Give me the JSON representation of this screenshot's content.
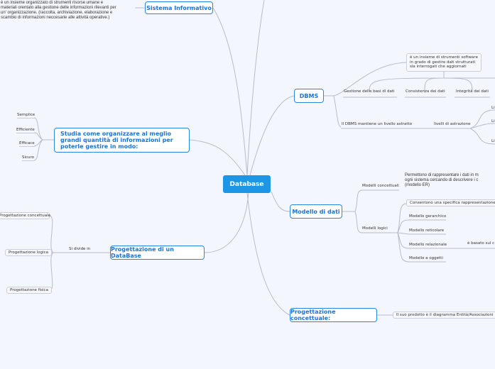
{
  "center": {
    "label": "Database"
  },
  "sistema_informativo": {
    "label": "Sistema Informativo",
    "description": [
      "è un insieme organizzato di strumenti risorse umane e",
      "materiali orentato alla gestione delle informazioni rilevanti per",
      "un' organizzazione. (raccolta, archiviazione, elaborazione e",
      "scambio di informazioni neccesarie alle attività operative.)"
    ]
  },
  "studia": {
    "label": "Studia come organizzare al meglio grandi quantità di informazioni per poterle gestire in modo:",
    "items": [
      "Semplice",
      "Efficiente",
      "Efficace",
      "Sicuro"
    ]
  },
  "progettazione_db": {
    "label": "Progettazione di un DataBase",
    "connector": "Si divide in",
    "items": [
      "Progettazione concettuale",
      "Progettazione logica",
      "Progettazione fisica"
    ]
  },
  "dbms": {
    "label": "DBMS",
    "definition": [
      "è un insieme di strumenti software",
      "in grado di gestire dati strutturati",
      "sia interrogati che aggiornati"
    ],
    "functions": [
      "Gestione delle basi di dati",
      "Consistenza dei dati",
      "Integrità dei dati"
    ],
    "abstract": "Il DBMS mantiene un livello astratto",
    "levels_label": "livelli di astrazione",
    "levels": [
      "Li",
      "Li",
      "Li"
    ]
  },
  "modello_dati": {
    "label": "Modello di dati",
    "concettuali": {
      "label": "Modelli concettuali",
      "description": [
        "Permettono di rappresentare i dati in m",
        "ogni sistema cercando di descrivere i c",
        "(modello ER)"
      ]
    },
    "logici": {
      "label": "Modelli logici",
      "description": "Consentono una specifica rappresentazione",
      "items": [
        "Modello gerarchico",
        "Modello reticolare",
        "Modello relazionale",
        "Modello a oggetti"
      ],
      "relazionale_note": "è basato sul c"
    }
  },
  "progettazione_concettuale": {
    "label": "Progettazione concettuale:",
    "product": "Il suo prodotto è il diagramma Entità/Associazioni"
  }
}
